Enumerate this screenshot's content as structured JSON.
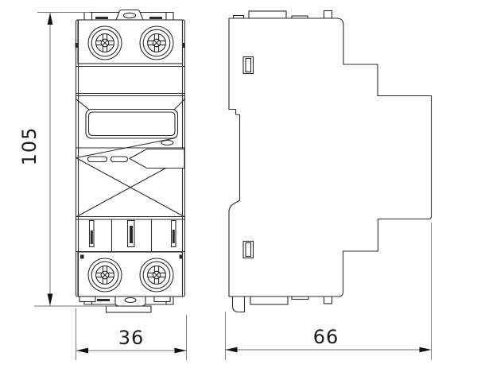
{
  "drawing": {
    "dimension_labels": {
      "height": "105",
      "width": "36",
      "depth": "66"
    },
    "colors": {
      "outline": "#2b2b2b",
      "dimension_line": "#707070",
      "label_text": "#1c1c1c",
      "background": "#ffffff"
    }
  }
}
